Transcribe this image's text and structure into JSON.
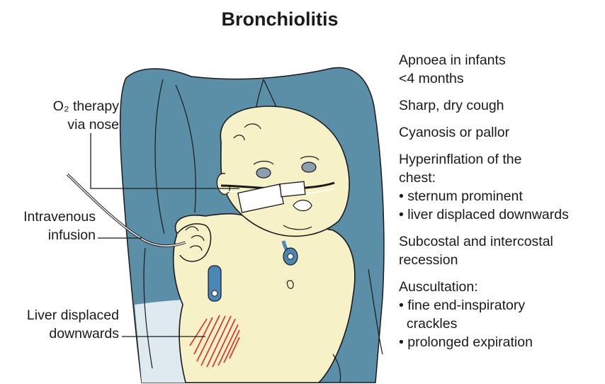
{
  "title": "Bronchiolitis",
  "labels": {
    "o2_line1": "O₂ therapy",
    "o2_line2": "via nose",
    "iv_line1": "Intravenous",
    "iv_line2": "infusion",
    "liver_line1": "Liver displaced",
    "liver_line2": "downwards"
  },
  "features": [
    {
      "lines": [
        "Apnoea in infants",
        "<4 months"
      ]
    },
    {
      "lines": [
        "Sharp, dry cough"
      ]
    },
    {
      "lines": [
        "Cyanosis or pallor"
      ]
    },
    {
      "lines": [
        "Hyperinflation of the",
        "chest:",
        "• sternum prominent",
        "• liver displaced downwards"
      ]
    },
    {
      "lines": [
        "Subcostal and intercostal",
        "recession"
      ]
    },
    {
      "lines": [
        "Auscultation:",
        "• fine end-inspiratory",
        "  crackles",
        "• prolonged expiration"
      ]
    }
  ],
  "colors": {
    "background_cushion": "#5b8fa8",
    "skin": "#f7f1c7",
    "outline": "#1a1a1a",
    "electrode": "#4a86b8",
    "liver_hatch": "#e0282a"
  }
}
